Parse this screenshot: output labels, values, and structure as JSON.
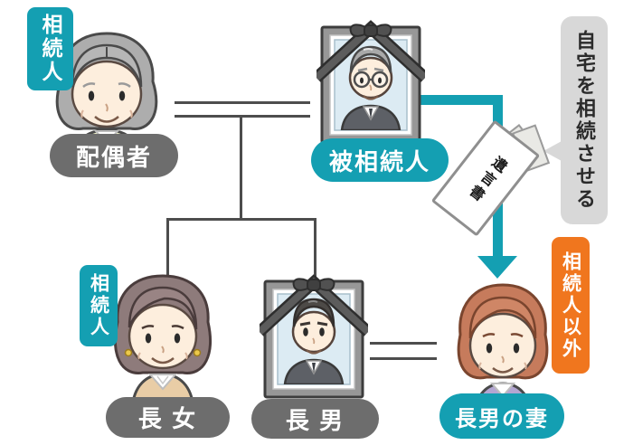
{
  "diagram": {
    "badge_heir": "相続人",
    "badge_non_heir": "相続人以外",
    "label_spouse": "配偶者",
    "label_decedent": "被相続人",
    "label_daughter": "長 女",
    "label_son": "長 男",
    "label_sons_wife": "長男の妻",
    "callout_will_instruction": "自宅を相続させる",
    "will_title": "遺言書",
    "colors": {
      "teal": "#149fb2",
      "orange": "#f0761e",
      "label_gray": "#6d6d6d",
      "callout_gray": "#d8d8d8",
      "line_gray": "#4d4d4d",
      "photo_background": "#dcebf3"
    }
  }
}
